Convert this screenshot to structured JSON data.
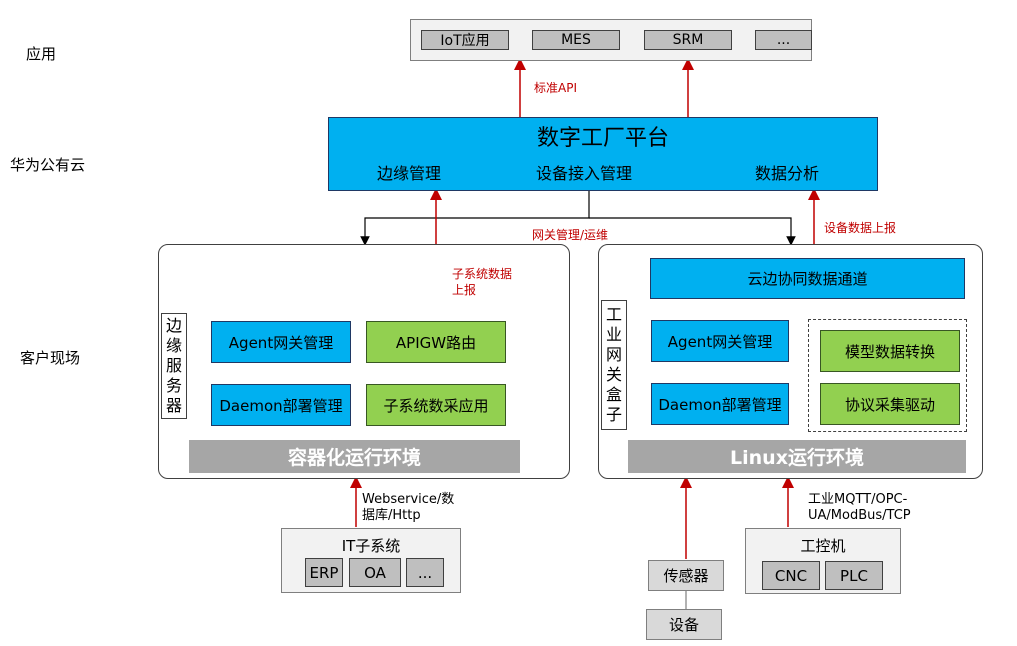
{
  "layers": {
    "app": "应用",
    "cloud": "华为公有云",
    "site": "客户现场"
  },
  "apps": [
    "IoT应用",
    "MES",
    "SRM",
    "..."
  ],
  "platform": {
    "title": "数字工厂平台",
    "modules": [
      "边缘管理",
      "设备接入管理",
      "数据分析"
    ]
  },
  "labels": {
    "std_api": "标准API",
    "gateway_ops": "网关管理/运维",
    "subsys_report": "子系统数据上报",
    "device_report": "设备数据上报"
  },
  "edge_server": {
    "title": "边缘服务器",
    "agent": "Agent网关管理",
    "apigw": "APIGW路由",
    "daemon": "Daemon部署管理",
    "collect": "子系统数采应用",
    "runtime": "容器化运行环境"
  },
  "gateway_box": {
    "title": "工业网关盒子",
    "channel": "云边协同数据通道",
    "agent": "Agent网关管理",
    "daemon": "Daemon部署管理",
    "model": "模型数据转换",
    "driver": "协议采集驱动",
    "runtime": "Linux运行环境"
  },
  "it_subsystem": {
    "title": "IT子系统",
    "items": [
      "ERP",
      "OA",
      "..."
    ],
    "protocol": "Webservice/数据库/Http"
  },
  "sensor": "传感器",
  "device": "设备",
  "ipc": {
    "title": "工控机",
    "items": [
      "CNC",
      "PLC"
    ],
    "protocol": "工业MQTT/OPC-UA/ModBus/TCP"
  },
  "colors": {
    "blue": "#00b0f0",
    "green": "#92d050",
    "arrow_red": "#c00000",
    "gray_bar": "#a6a6a6"
  }
}
